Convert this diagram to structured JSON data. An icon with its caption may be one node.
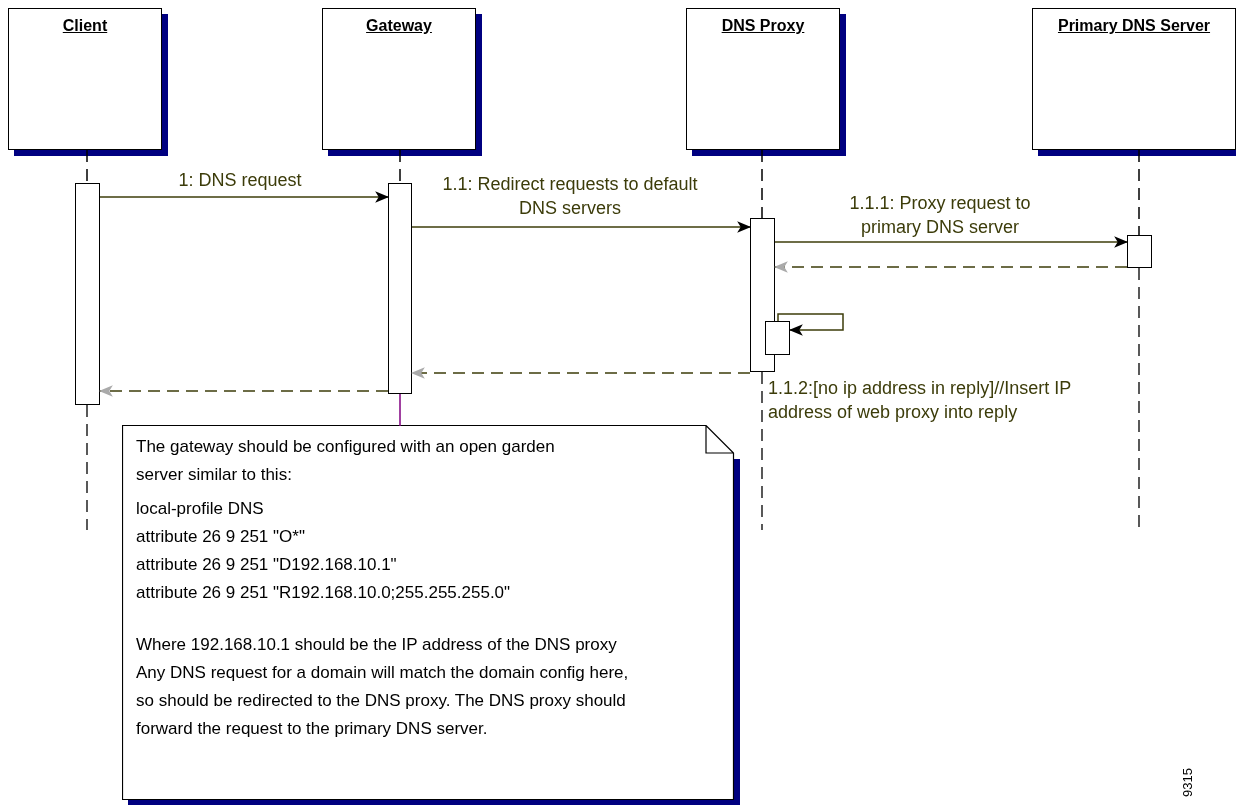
{
  "diagram": {
    "nodes": [
      {
        "text": [
          "Client"
        ]
      },
      {
        "text": [
          "Gateway"
        ]
      },
      {
        "text": [
          "DNS Proxy"
        ]
      },
      {
        "text": [
          "Primary DNS Server"
        ]
      },
      {
        "text": [],
        "shape": "bar"
      },
      {
        "text": [],
        "shape": "bar"
      },
      {
        "text": [],
        "shape": "bar"
      },
      {
        "text": [],
        "shape": "bar"
      },
      {
        "text": [],
        "shape": "bar"
      },
      {
        "text": [
          "The gateway should be configured with an open garden server similar to this:",
          "local-profile DNS",
          "attribute 26 9 251 \"O*\"",
          "attribute 26 9 251 \"D192.168.10.1\"",
          "attribute 26 9 251 \"R192.168.10.0;255.255.255.0\"",
          "Where 192.168.10.1 should be the IP address of the DNS proxy",
          "Any DNS request for a domain will match the domain config here, so should be redirected to the DNS proxy. The DNS proxy should forward the request to the primary DNS server."
        ]
      }
    ],
    "edges": [
      {
        "from": 0,
        "to": 4,
        "arrow": "none",
        "style": "dashed",
        "color": "#000000"
      },
      {
        "from": 1,
        "to": 5,
        "arrow": "none",
        "style": "dashed",
        "color": "#000000"
      },
      {
        "from": 2,
        "to": 6,
        "arrow": "none",
        "style": "dashed",
        "color": "#000000"
      },
      {
        "from": 3,
        "to": 7,
        "arrow": "none",
        "style": "dashed",
        "color": "#000000"
      },
      {
        "from": 4,
        "to": 5,
        "arrow": "to",
        "label": "1: DNS request"
      },
      {
        "from": 5,
        "to": 6,
        "arrow": "to",
        "label": "1.1: Redirect requests to default DNS servers"
      },
      {
        "from": 6,
        "to": 7,
        "arrow": "to",
        "label": "1.1.1: Proxy request to primary DNS server"
      },
      {
        "from": 7,
        "to": 6,
        "arrow": "to",
        "style": "dashed"
      },
      {
        "from": 6,
        "to": 8,
        "arrow": "to",
        "label": "1.1.2:[no ip address in reply]//Insert IP address of web proxy into reply"
      },
      {
        "from": 6,
        "to": 5,
        "arrow": "to",
        "style": "dashed"
      },
      {
        "from": 5,
        "to": 4,
        "arrow": "to",
        "style": "dashed"
      },
      {
        "from": 9,
        "to": 5,
        "arrow": "none",
        "color": "#800080"
      }
    ],
    "labels": [
      "9315"
    ]
  }
}
